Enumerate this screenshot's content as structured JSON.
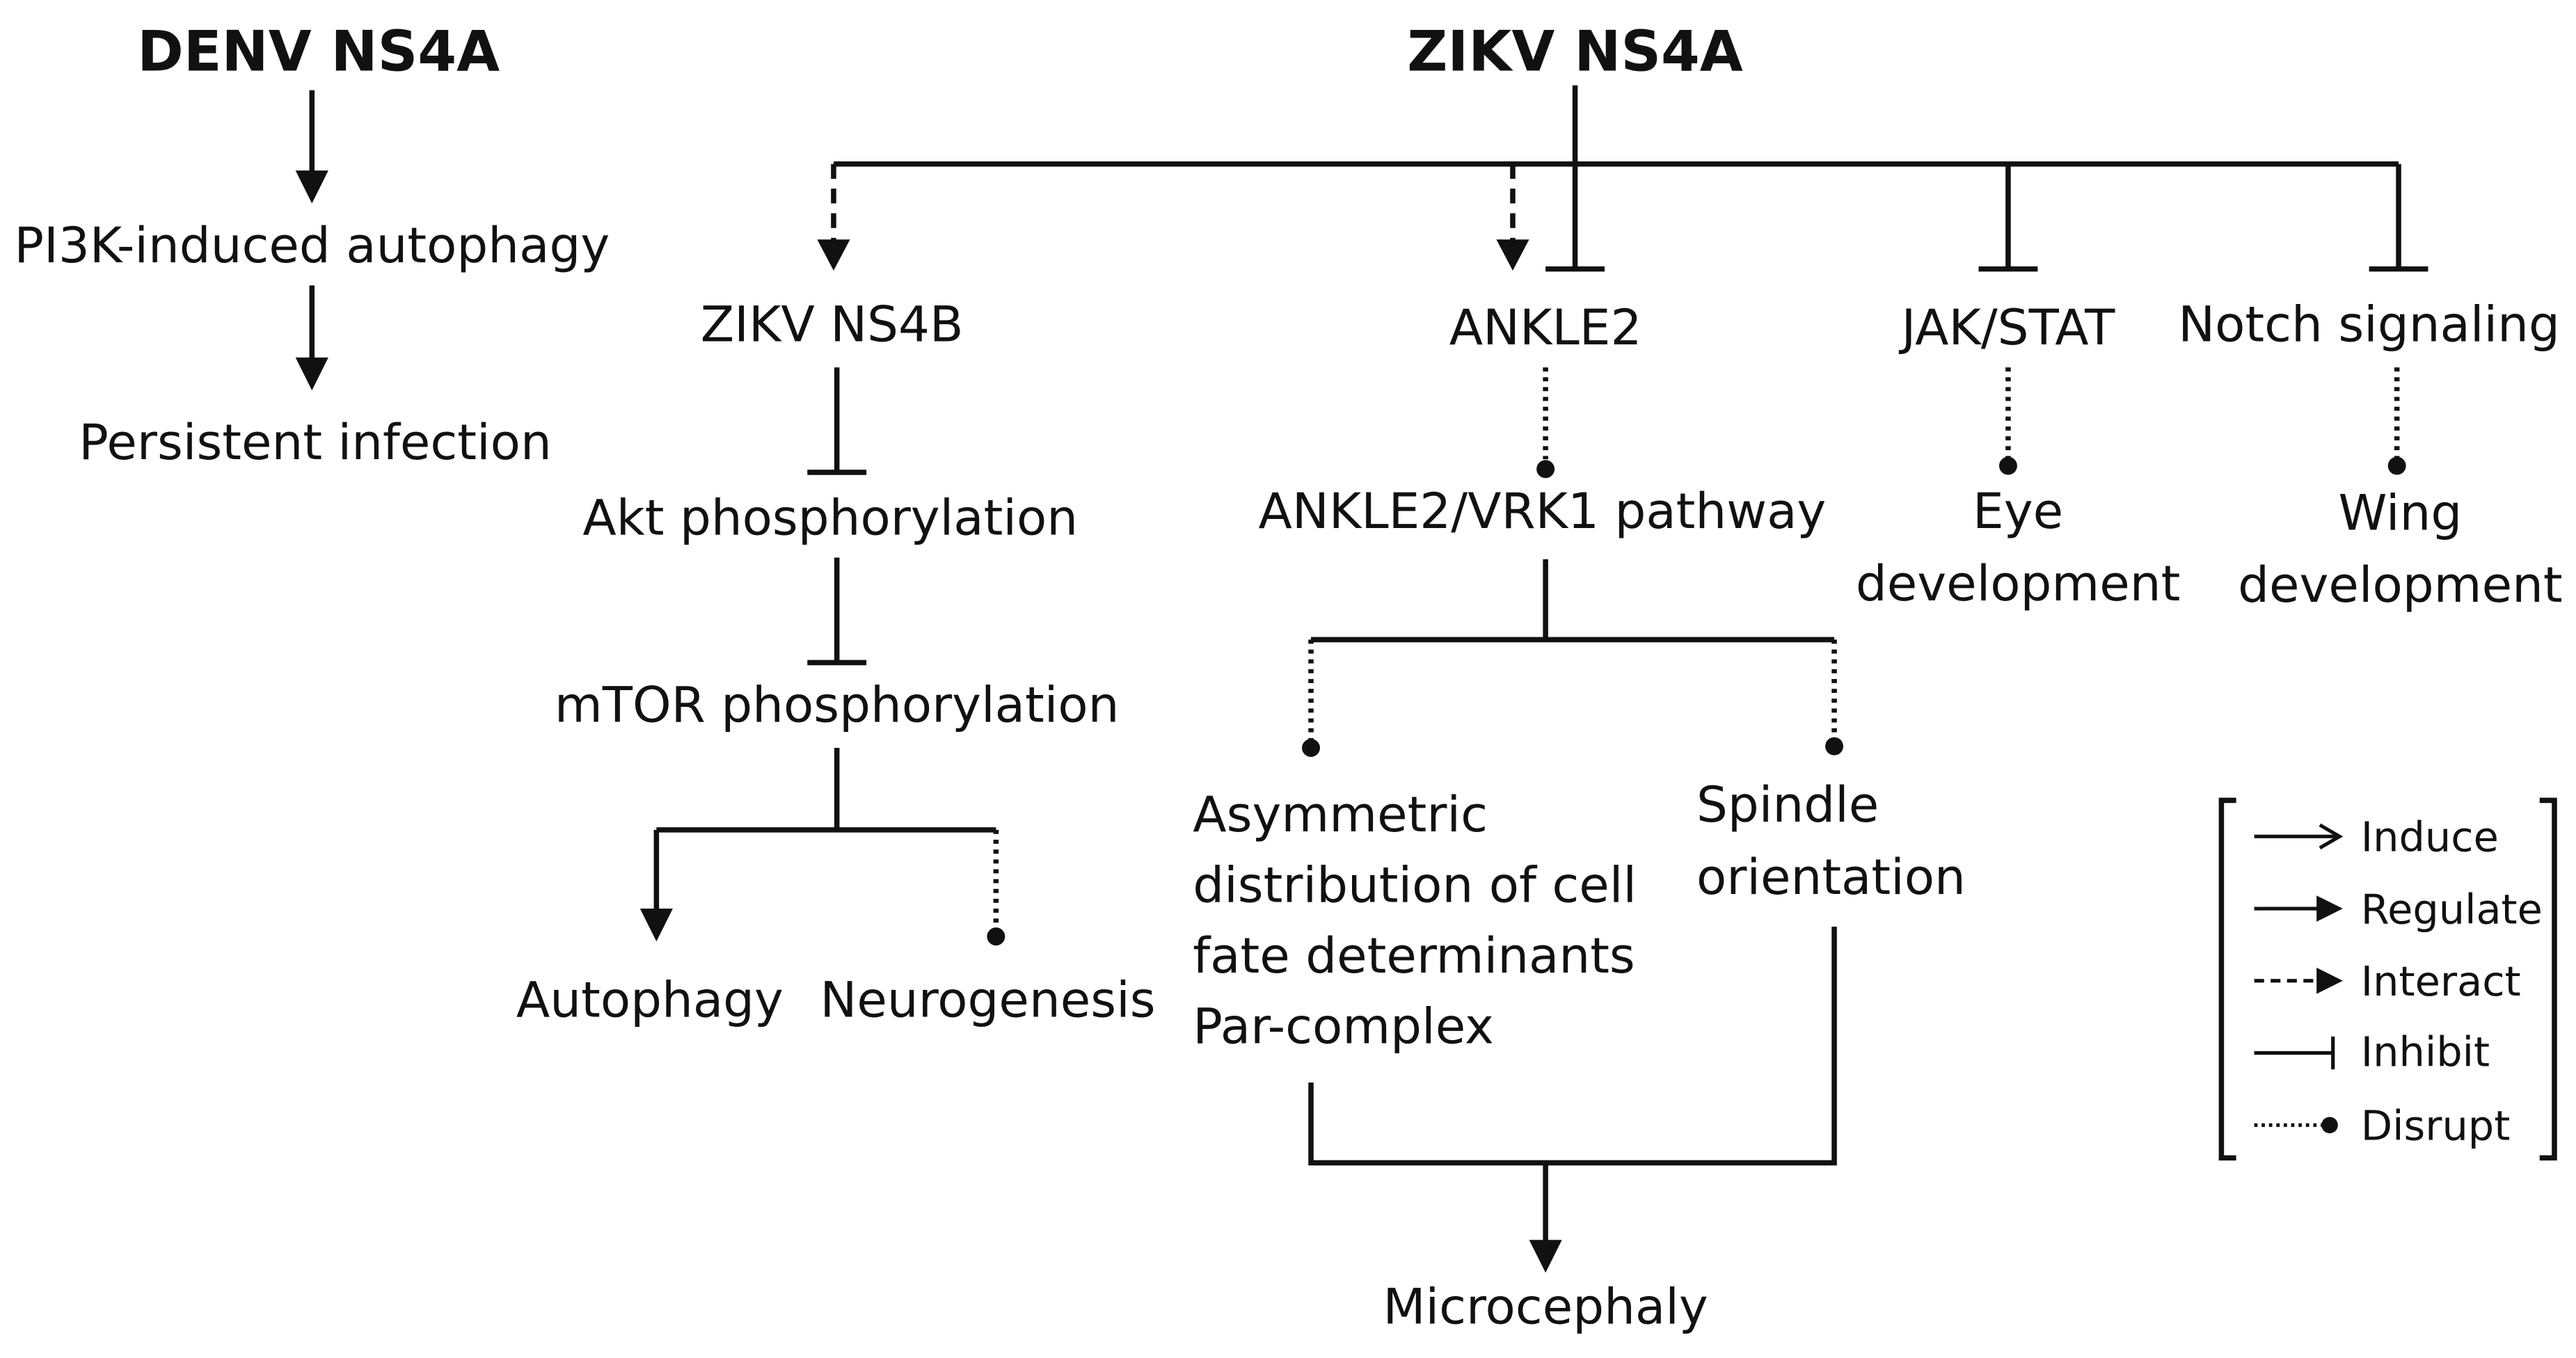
{
  "nodes": {
    "denv_ns4a": "DENV NS4A",
    "zikv_ns4a": "ZIKV NS4A",
    "pi3k_autophagy": "PI3K-induced autophagy",
    "persistent_infection": "Persistent infection",
    "zikv_ns4b": "ZIKV NS4B",
    "akt_phosphorylation": "Akt phosphorylation",
    "mtor_phosphorylation": "mTOR phosphorylation",
    "autophagy": "Autophagy",
    "neurogenesis": "Neurogenesis",
    "ankle2": "ANKLE2",
    "ankle2_vrk1_pathway": "ANKLE2/VRK1 pathway",
    "asymmetric_lines": [
      "Asymmetric",
      "distribution of cell",
      "fate determinants",
      "Par-complex"
    ],
    "spindle_lines": [
      "Spindle",
      "orientation"
    ],
    "microcephaly": "Microcephaly",
    "jak_stat": "JAK/STAT",
    "eye_development_lines": [
      "Eye",
      "development"
    ],
    "notch_signaling": "Notch signaling",
    "wing_development_lines": [
      "Wing",
      "development"
    ]
  },
  "legend": {
    "induce": "Induce",
    "regulate": "Regulate",
    "interact": "Interact",
    "inhibit": "Inhibit",
    "disrupt": "Disrupt"
  },
  "colors": {
    "line": "#111111",
    "text": "#111111",
    "background": "#ffffff"
  }
}
